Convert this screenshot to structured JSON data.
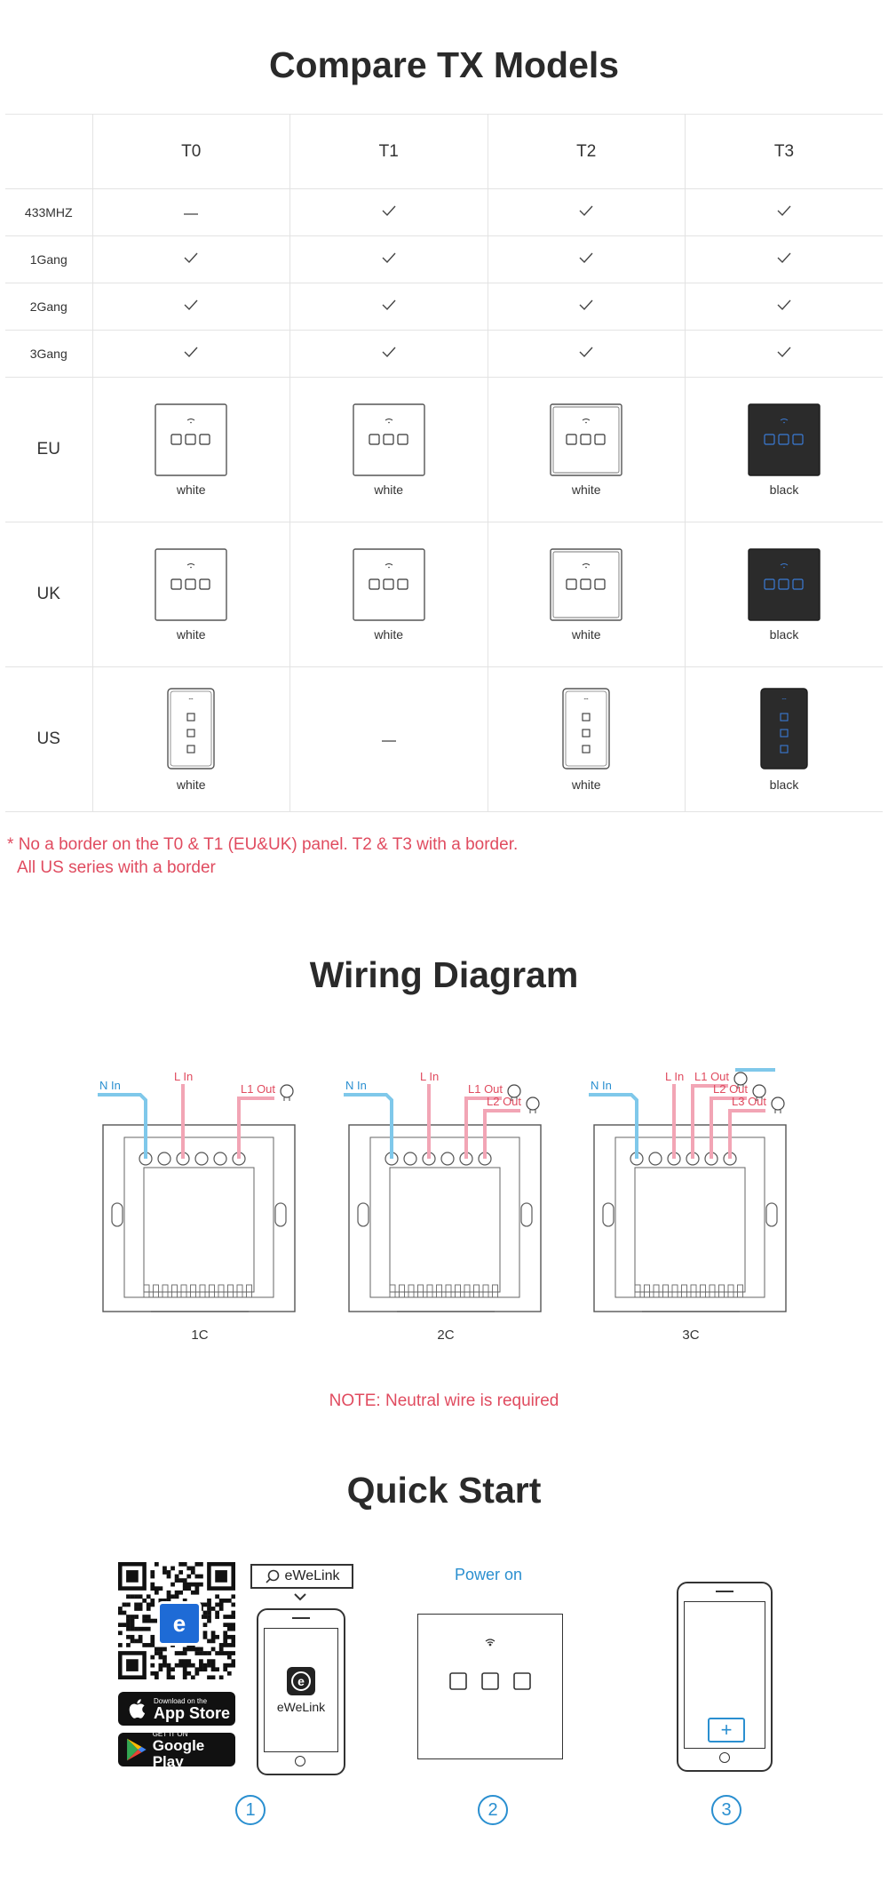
{
  "compare": {
    "title": "Compare TX Models",
    "models": [
      "T0",
      "T1",
      "T2",
      "T3"
    ],
    "features": [
      {
        "label": "433MHZ",
        "values": [
          "dash",
          "check",
          "check",
          "check"
        ]
      },
      {
        "label": "1Gang",
        "values": [
          "check",
          "check",
          "check",
          "check"
        ]
      },
      {
        "label": "2Gang",
        "values": [
          "check",
          "check",
          "check",
          "check"
        ]
      },
      {
        "label": "3Gang",
        "values": [
          "check",
          "check",
          "check",
          "check"
        ]
      }
    ],
    "regions": [
      {
        "label": "EU",
        "panels": [
          {
            "color": "white"
          },
          {
            "color": "white"
          },
          {
            "color": "white"
          },
          {
            "color": "black"
          }
        ]
      },
      {
        "label": "UK",
        "panels": [
          {
            "color": "white"
          },
          {
            "color": "white"
          },
          {
            "color": "white"
          },
          {
            "color": "black"
          }
        ]
      },
      {
        "label": "US",
        "panels": [
          {
            "color": "white"
          },
          {
            "color": "dash"
          },
          {
            "color": "white"
          },
          {
            "color": "black"
          }
        ]
      }
    ],
    "footnote_mark": "*",
    "footnote_line1": "No a border on the T0 & T1 (EU&UK) panel. T2 & T3 with a border.",
    "footnote_line2": "All US series with a border"
  },
  "wiring": {
    "title": "Wiring Diagram",
    "diagrams": [
      {
        "caption": "1C"
      },
      {
        "caption": "2C"
      },
      {
        "caption": "3C"
      }
    ],
    "labels": {
      "n_in": "N In",
      "l_in": "L In",
      "l1_out": "L1 Out",
      "l2_out": "L2 Out",
      "l3_out": "L3 Out"
    },
    "note": "NOTE: Neutral wire is required"
  },
  "quickstart": {
    "title": "Quick Start",
    "search_label": "eWeLink",
    "app_name": "eWeLink",
    "appstore_small": "Download on the",
    "appstore_big": "App Store",
    "googleplay_small": "GET IT ON",
    "googleplay_big": "Google Play",
    "power_on": "Power on",
    "steps": [
      "1",
      "2",
      "3"
    ],
    "colors": {
      "accent": "#2a8fd0",
      "note": "#e04b5f",
      "wire_blue": "#7fc8ea",
      "wire_pink": "#f2a5b5"
    }
  }
}
